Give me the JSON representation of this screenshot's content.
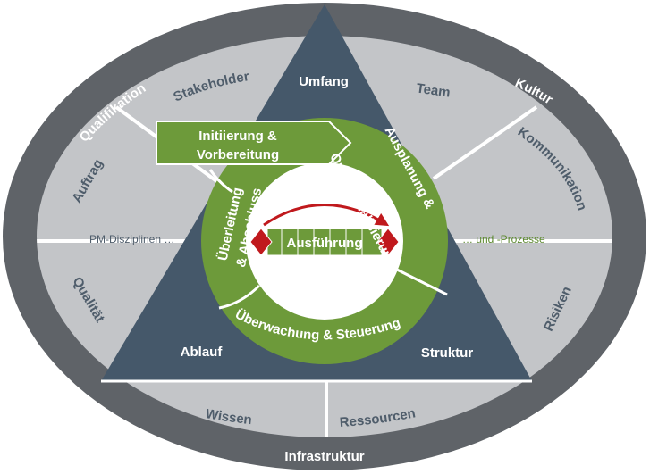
{
  "outer_ring": {
    "top_left": "Qualifikation",
    "top_right": "Kultur",
    "bottom": "Infrastruktur"
  },
  "segments": {
    "stakeholder": "Stakeholder",
    "team": "Team",
    "auftrag": "Auftrag",
    "kommunikation": "Kommunikation",
    "qualitaet": "Qualität",
    "risiken": "Risiken",
    "wissen": "Wissen",
    "ressourcen": "Ressourcen"
  },
  "divider_labels": {
    "left": "PM-Disziplinen …",
    "right": "… und -Prozesse"
  },
  "triangle": {
    "top": "Umfang",
    "bottom_left": "Ablauf",
    "bottom_right": "Struktur"
  },
  "phases": {
    "initiierung_line1": "Initiierung &",
    "initiierung_line2": "Vorbereitung",
    "ausplanung_line1": "Ausplanung &",
    "ausplanung_line2": "Operationalisierung",
    "ueberwachung": "Überwachung & Steuerung",
    "ueberleitung_line1": "Überleitung",
    "ueberleitung_line2": "& Abschluss",
    "ausfuehrung": "Ausführung"
  },
  "colors": {
    "outer_ring": "#5f6368",
    "segment_fill": "#c3c5c8",
    "triangle": "#45586a",
    "green": "#6d9a3a",
    "red": "#c0191d",
    "white": "#ffffff"
  }
}
